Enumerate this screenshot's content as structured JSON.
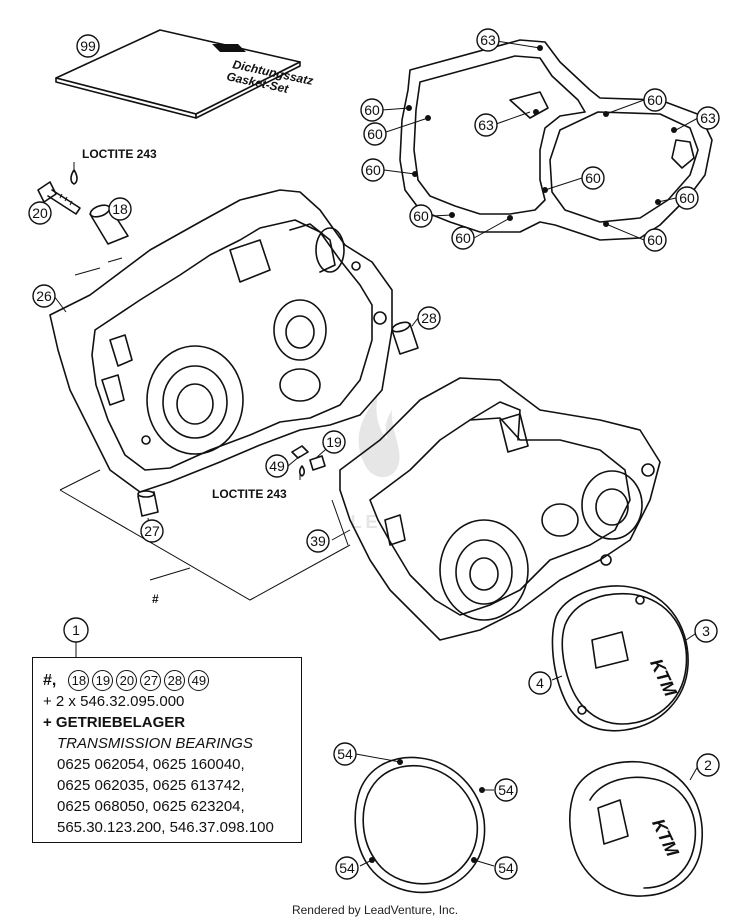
{
  "diagram": {
    "callouts": {
      "c99": "99",
      "c63a": "63",
      "c63b": "63",
      "c63c": "63",
      "c60a": "60",
      "c60b": "60",
      "c60c": "60",
      "c60d": "60",
      "c60e": "60",
      "c60f": "60",
      "c60g": "60",
      "c60h": "60",
      "c60i": "60",
      "c20": "20",
      "c18": "18",
      "c26": "26",
      "c28": "28",
      "c19": "19",
      "c49": "49",
      "c27": "27",
      "c39": "39",
      "c1": "1",
      "c3": "3",
      "c4": "4",
      "c2": "2",
      "c54a": "54",
      "c54b": "54",
      "c54c": "54",
      "c54d": "54"
    },
    "labels": {
      "loctite_top": "LOCTITE 243",
      "loctite_mid": "LOCTITE 243",
      "hash": "#"
    },
    "gasket_set_card": {
      "line1": "Dichtungssatz",
      "line2": "Gasket-Set"
    },
    "cover_brand": "KTM",
    "watermark_text": "LEAD"
  },
  "kit_box": {
    "row1_prefix": "#,",
    "row1_items": [
      "18",
      "19",
      "20",
      "27",
      "28",
      "49"
    ],
    "line2": "+ 2 x 546.32.095.000",
    "line3": "+ GETRIEBELAGER",
    "line4": "TRANSMISSION BEARINGS",
    "line5": "0625 062054, 0625 160040,",
    "line6": "0625 062035, 0625 613742,",
    "line7": "0625 068050, 0625 623204,",
    "line8": "565.30.123.200, 546.37.098.100"
  },
  "footer": "Rendered by LeadVenture, Inc."
}
